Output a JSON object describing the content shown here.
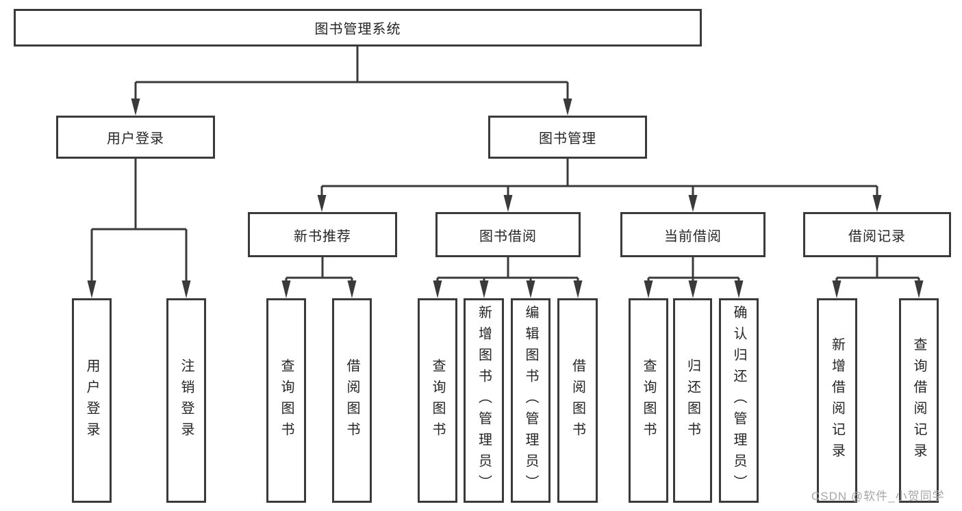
{
  "nodes": {
    "root": "图书管理系统",
    "user_login": "用户登录",
    "book_mgmt": "图书管理",
    "new_book_rec": "新书推荐",
    "book_borrow": "图书借阅",
    "current_borrow": "当前借阅",
    "borrow_record": "借阅记录",
    "ul_login": "用户登录",
    "ul_logout": "注销登录",
    "nb_query": "查询图书",
    "nb_borrow": "借阅图书",
    "bb_query": "查询图书",
    "bb_add": "新增图书（管理员）",
    "bb_edit": "编辑图书（管理员）",
    "bb_borrow": "借阅图书",
    "cb_query": "查询图书",
    "cb_return": "归还图书",
    "cb_confirm": "确认归还（管理员）",
    "br_add": "新增借阅记录",
    "br_query": "查询借阅记录"
  },
  "hierarchy": {
    "图书管理系统": [
      "用户登录",
      "图书管理"
    ],
    "用户登录": [
      "用户登录",
      "注销登录"
    ],
    "图书管理": [
      "新书推荐",
      "图书借阅",
      "当前借阅",
      "借阅记录"
    ],
    "新书推荐": [
      "查询图书",
      "借阅图书"
    ],
    "图书借阅": [
      "查询图书",
      "新增图书（管理员）",
      "编辑图书（管理员）",
      "借阅图书"
    ],
    "当前借阅": [
      "查询图书",
      "归还图书",
      "确认归还（管理员）"
    ],
    "借阅记录": [
      "新增借阅记录",
      "查询借阅记录"
    ]
  },
  "watermark": {
    "text": "CSDN @软件_小贺同学",
    "color": "#a6a6a6"
  },
  "colors": {
    "line": "#3a3a3a",
    "box_border": "#3a3a3a",
    "text": "#252525",
    "background": "#ffffff"
  }
}
